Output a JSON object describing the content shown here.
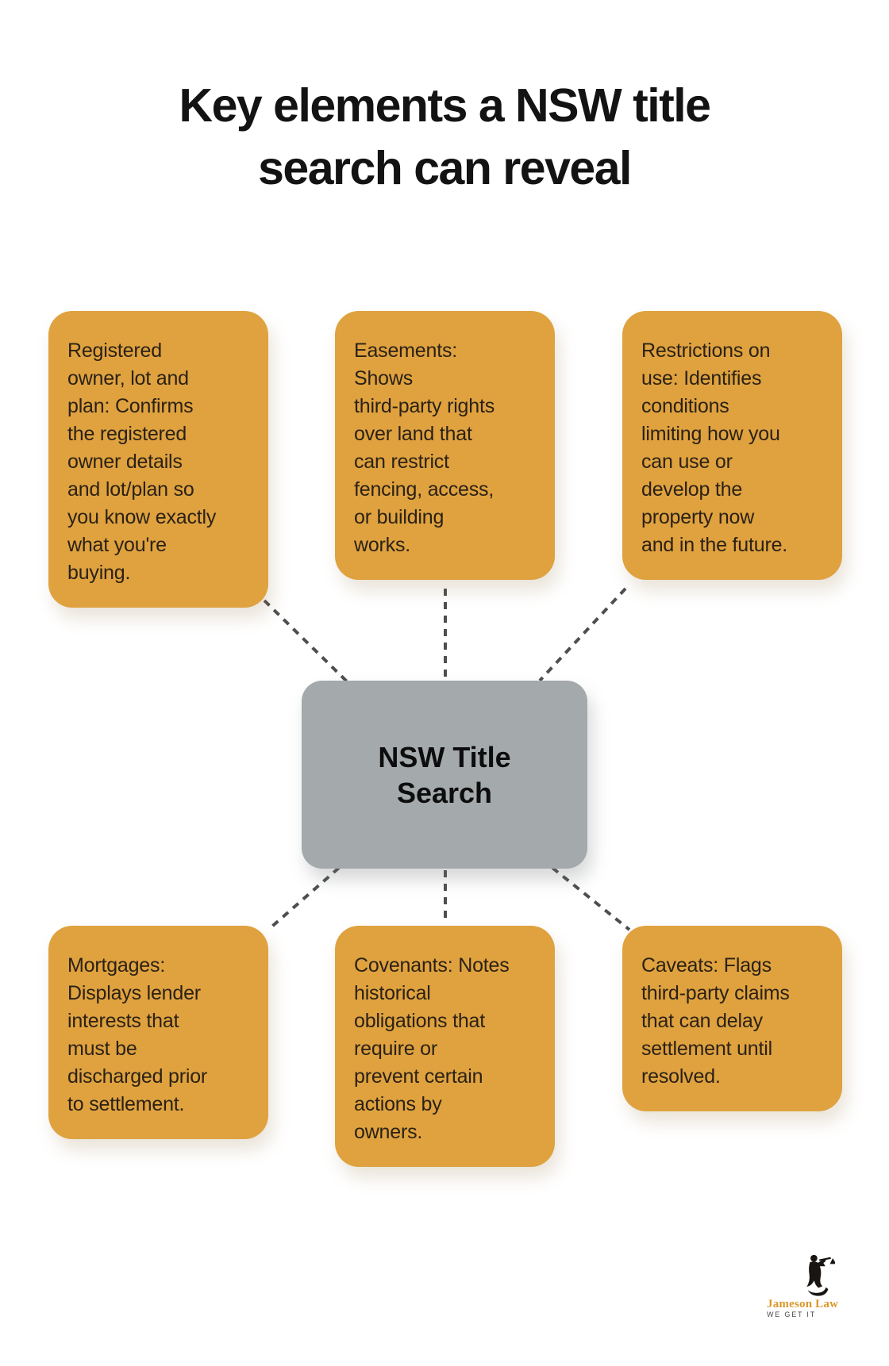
{
  "title": {
    "text": "Key elements a NSW title\nsearch can reveal"
  },
  "center": {
    "label": "NSW Title\nSearch"
  },
  "nodes": [
    {
      "id": "registered-owner",
      "text": "Registered\nowner, lot and\nplan: Confirms\nthe registered\nowner details\nand lot/plan so\nyou know exactly\nwhat you're\nbuying."
    },
    {
      "id": "easements",
      "text": "Easements:\nShows\nthird-party rights\nover land that\ncan restrict\nfencing, access,\nor building\nworks."
    },
    {
      "id": "restrictions-on-use",
      "text": "Restrictions on\nuse: Identifies\nconditions\nlimiting how you\ncan use or\ndevelop the\nproperty now\nand in the future."
    },
    {
      "id": "mortgages",
      "text": "Mortgages:\nDisplays lender\ninterests that\nmust be\ndischarged prior\nto settlement."
    },
    {
      "id": "covenants",
      "text": "Covenants: Notes\nhistorical\nobligations that\nrequire or\nprevent certain\nactions by\nowners."
    },
    {
      "id": "caveats",
      "text": "Caveats: Flags\nthird-party claims\nthat can delay\nsettlement until\nresolved."
    }
  ],
  "logo": {
    "brand": "Jameson Law",
    "tagline": "WE GET IT",
    "icon": "scales-of-justice-icon"
  },
  "colors": {
    "node_fill": "#DFA23F",
    "center_fill": "#A4A9AC",
    "connector": "#4E4E4E",
    "body_text": "#2B2115",
    "title_text": "#131313",
    "brand_gold": "#D8992B",
    "tagline_gray": "#46494B",
    "background": "#FFFFFF"
  }
}
